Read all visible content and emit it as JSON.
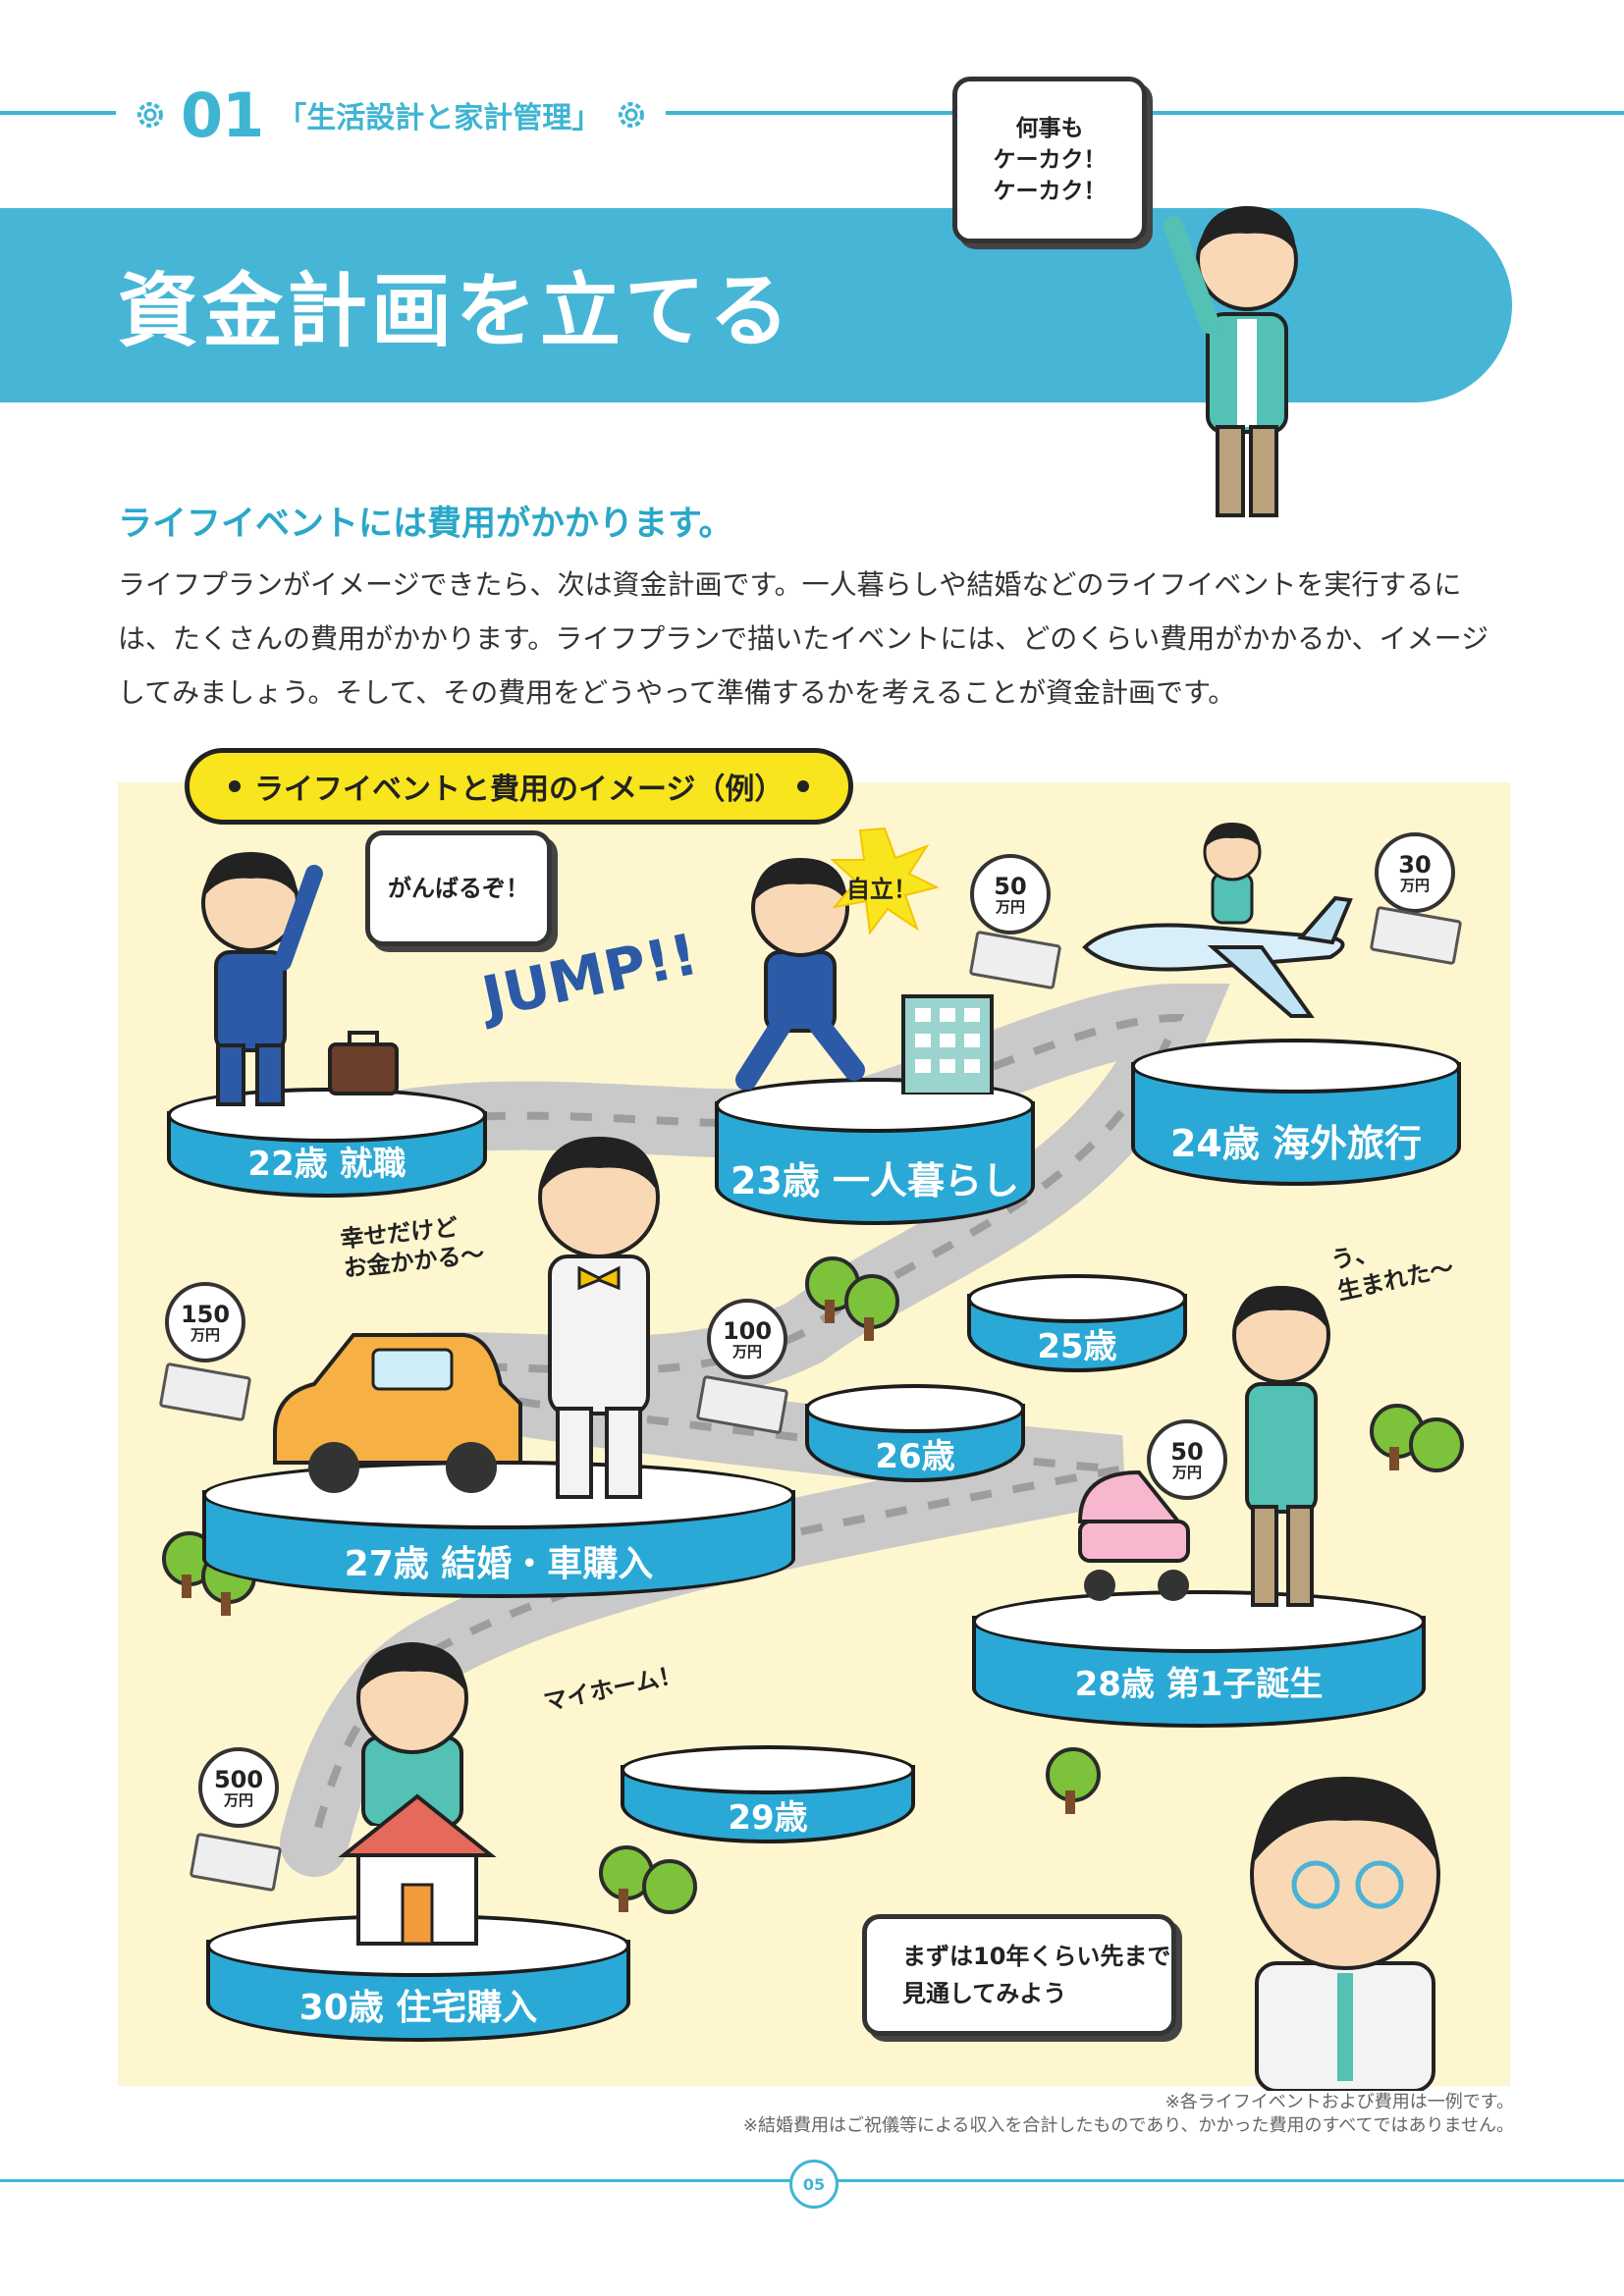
{
  "header": {
    "chapter_number": "01",
    "chapter_title": "「生活設計と家計管理」",
    "page_title": "資金計画を立てる",
    "bubble_text": [
      "何事も",
      "ケーカク！",
      "ケーカク！"
    ]
  },
  "section": {
    "heading": "ライフイベントには費用がかかります。",
    "paragraph": "ライフプランがイメージできたら、次は資金計画です。一人暮らしや結婚などのライフイベントを実行するには、たくさんの費用がかかります。ライフプランで描いたイベントには、どのくらい費用がかかるか、イメージしてみましょう。そして、その費用をどうやって準備するかを考えることが資金計画です。"
  },
  "illustration": {
    "label": "ライフイベントと費用のイメージ（例）",
    "jump_text": "JUMP!!",
    "platforms": [
      {
        "label": "22歳 就職"
      },
      {
        "label": "23歳 一人暮らし"
      },
      {
        "label": "24歳 海外旅行"
      },
      {
        "label": "25歳"
      },
      {
        "label": "26歳"
      },
      {
        "label": "27歳 結婚・車購入"
      },
      {
        "label": "28歳 第1子誕生"
      },
      {
        "label": "29歳"
      },
      {
        "label": "30歳 住宅購入"
      }
    ],
    "money": [
      {
        "amount": "50",
        "unit": "万円"
      },
      {
        "amount": "30",
        "unit": "万円"
      },
      {
        "amount": "150",
        "unit": "万円"
      },
      {
        "amount": "100",
        "unit": "万円"
      },
      {
        "amount": "50",
        "unit": "万円"
      },
      {
        "amount": "500",
        "unit": "万円"
      }
    ],
    "speech": {
      "ganbaru": "がんばるぞ！",
      "jiritsu": "自立！",
      "shiawase": [
        "幸せだけど",
        "お金かかる〜"
      ],
      "umareta": [
        "う、",
        "生まれた〜"
      ],
      "myhome": "マイホーム！",
      "advice": [
        "まずは10年くらい先まで",
        "見通してみよう"
      ]
    }
  },
  "notes": [
    "※各ライフイベントおよび費用は一例です。",
    "※結婚費用はご祝儀等による収入を合計したものであり、かかった費用のすべてではありません。"
  ],
  "page_number": "05",
  "colors": {
    "accent": "#3fb5d4",
    "platform": "#2aa9d6",
    "background_illus": "#fdf6cf",
    "label_yellow": "#f8e51d"
  }
}
